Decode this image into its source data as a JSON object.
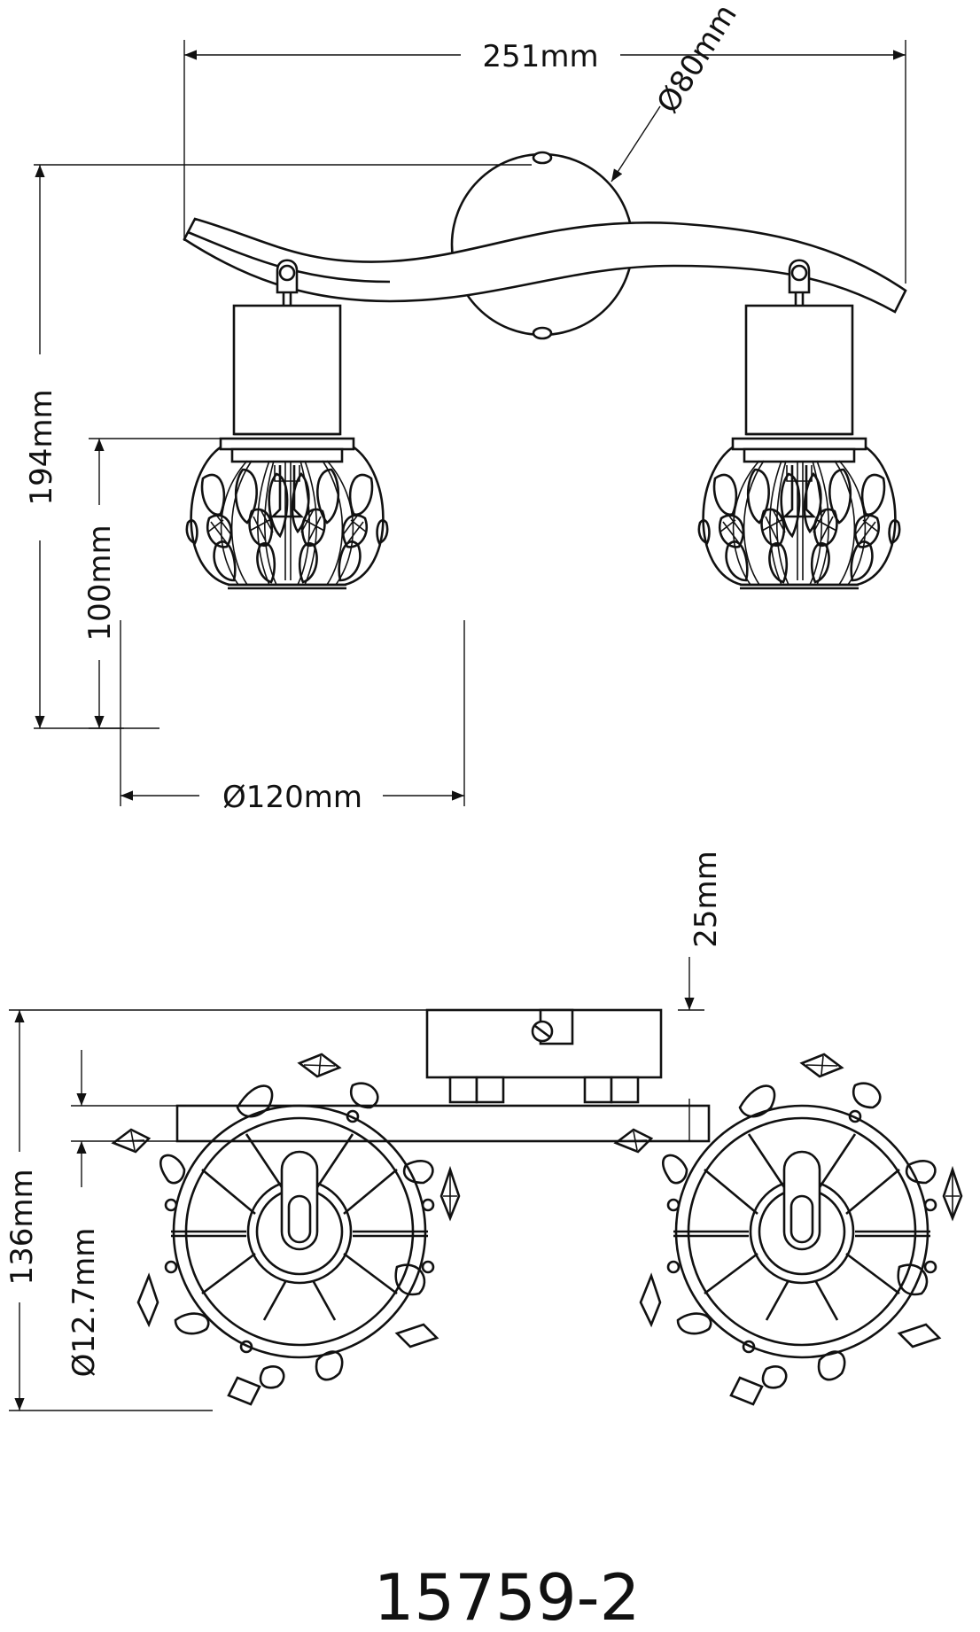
{
  "dimensions": {
    "width_total": "251mm",
    "base_diameter": "Ø80mm",
    "height_total": "194mm",
    "shade_height": "100mm",
    "shade_diameter": "Ø120mm",
    "base_depth": "25mm",
    "depth_total": "136mm",
    "socket_diameter": "Ø12.7mm"
  },
  "model_number": "15759-2",
  "colors": {
    "line": "#111111",
    "background": "#ffffff"
  }
}
